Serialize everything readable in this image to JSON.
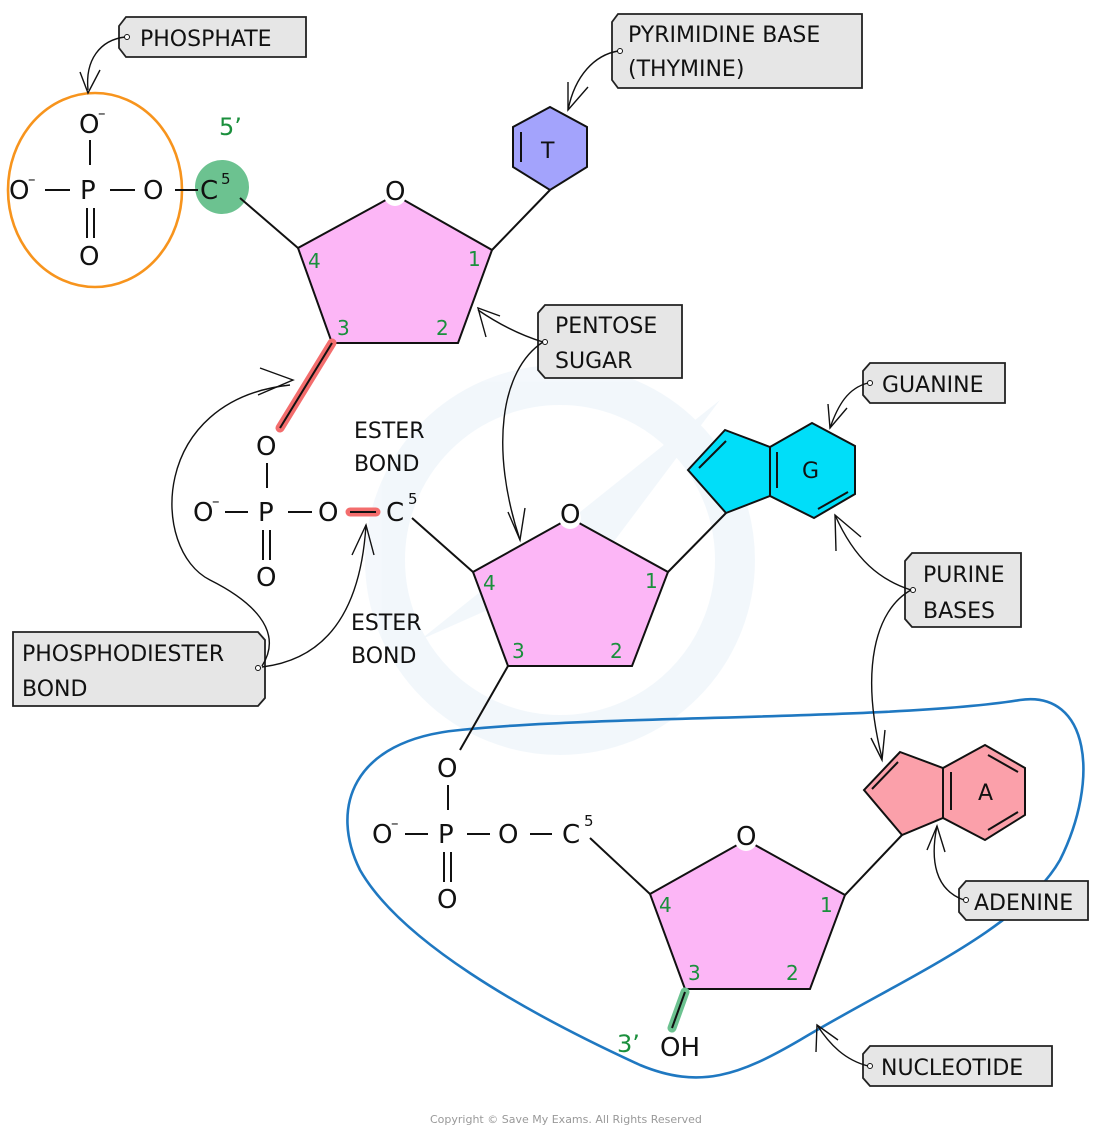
{
  "labels": {
    "phosphate": "PHOSPHATE",
    "pyrimidine_line1": "PYRIMIDINE  BASE",
    "pyrimidine_line2": "(THYMINE)",
    "pentose_line1": "PENTOSE",
    "pentose_line2": "SUGAR",
    "guanine": "GUANINE",
    "purine_line1": "PURINE",
    "purine_line2": "BASES",
    "phosphodiester_line1": "PHOSPHODIESTER",
    "phosphodiester_line2": "BOND",
    "adenine": "ADENINE",
    "nucleotide": "NUCLEOTIDE",
    "ester_top_line1": "ESTER",
    "ester_top_line2": "BOND",
    "ester_bottom_line1": "ESTER",
    "ester_bottom_line2": "BOND"
  },
  "atoms": {
    "O": "O",
    "O_minus": "O",
    "minus": "–",
    "P": "P",
    "C": "C",
    "five": "5",
    "OH": "OH"
  },
  "ends": {
    "five_prime": "5’",
    "three_prime": "3’"
  },
  "carbon_numbers": [
    "1",
    "2",
    "3",
    "4"
  ],
  "bases": {
    "thymine": "T",
    "guanine": "G",
    "adenine": "A"
  },
  "colors": {
    "sugar": "#fcb6f6",
    "thymine": "#a3a3fc",
    "guanine": "#00def9",
    "adenine": "#fba0aa",
    "phosphate_ring": "#f7941d",
    "nucleotide_outline": "#1f78c1",
    "ester_highlight": "#f36d6d",
    "five_prime_highlight": "#6cc290",
    "carbon_number": "#1a8f3c"
  },
  "copyright": "Copyright © Save My Exams. All Rights Reserved"
}
